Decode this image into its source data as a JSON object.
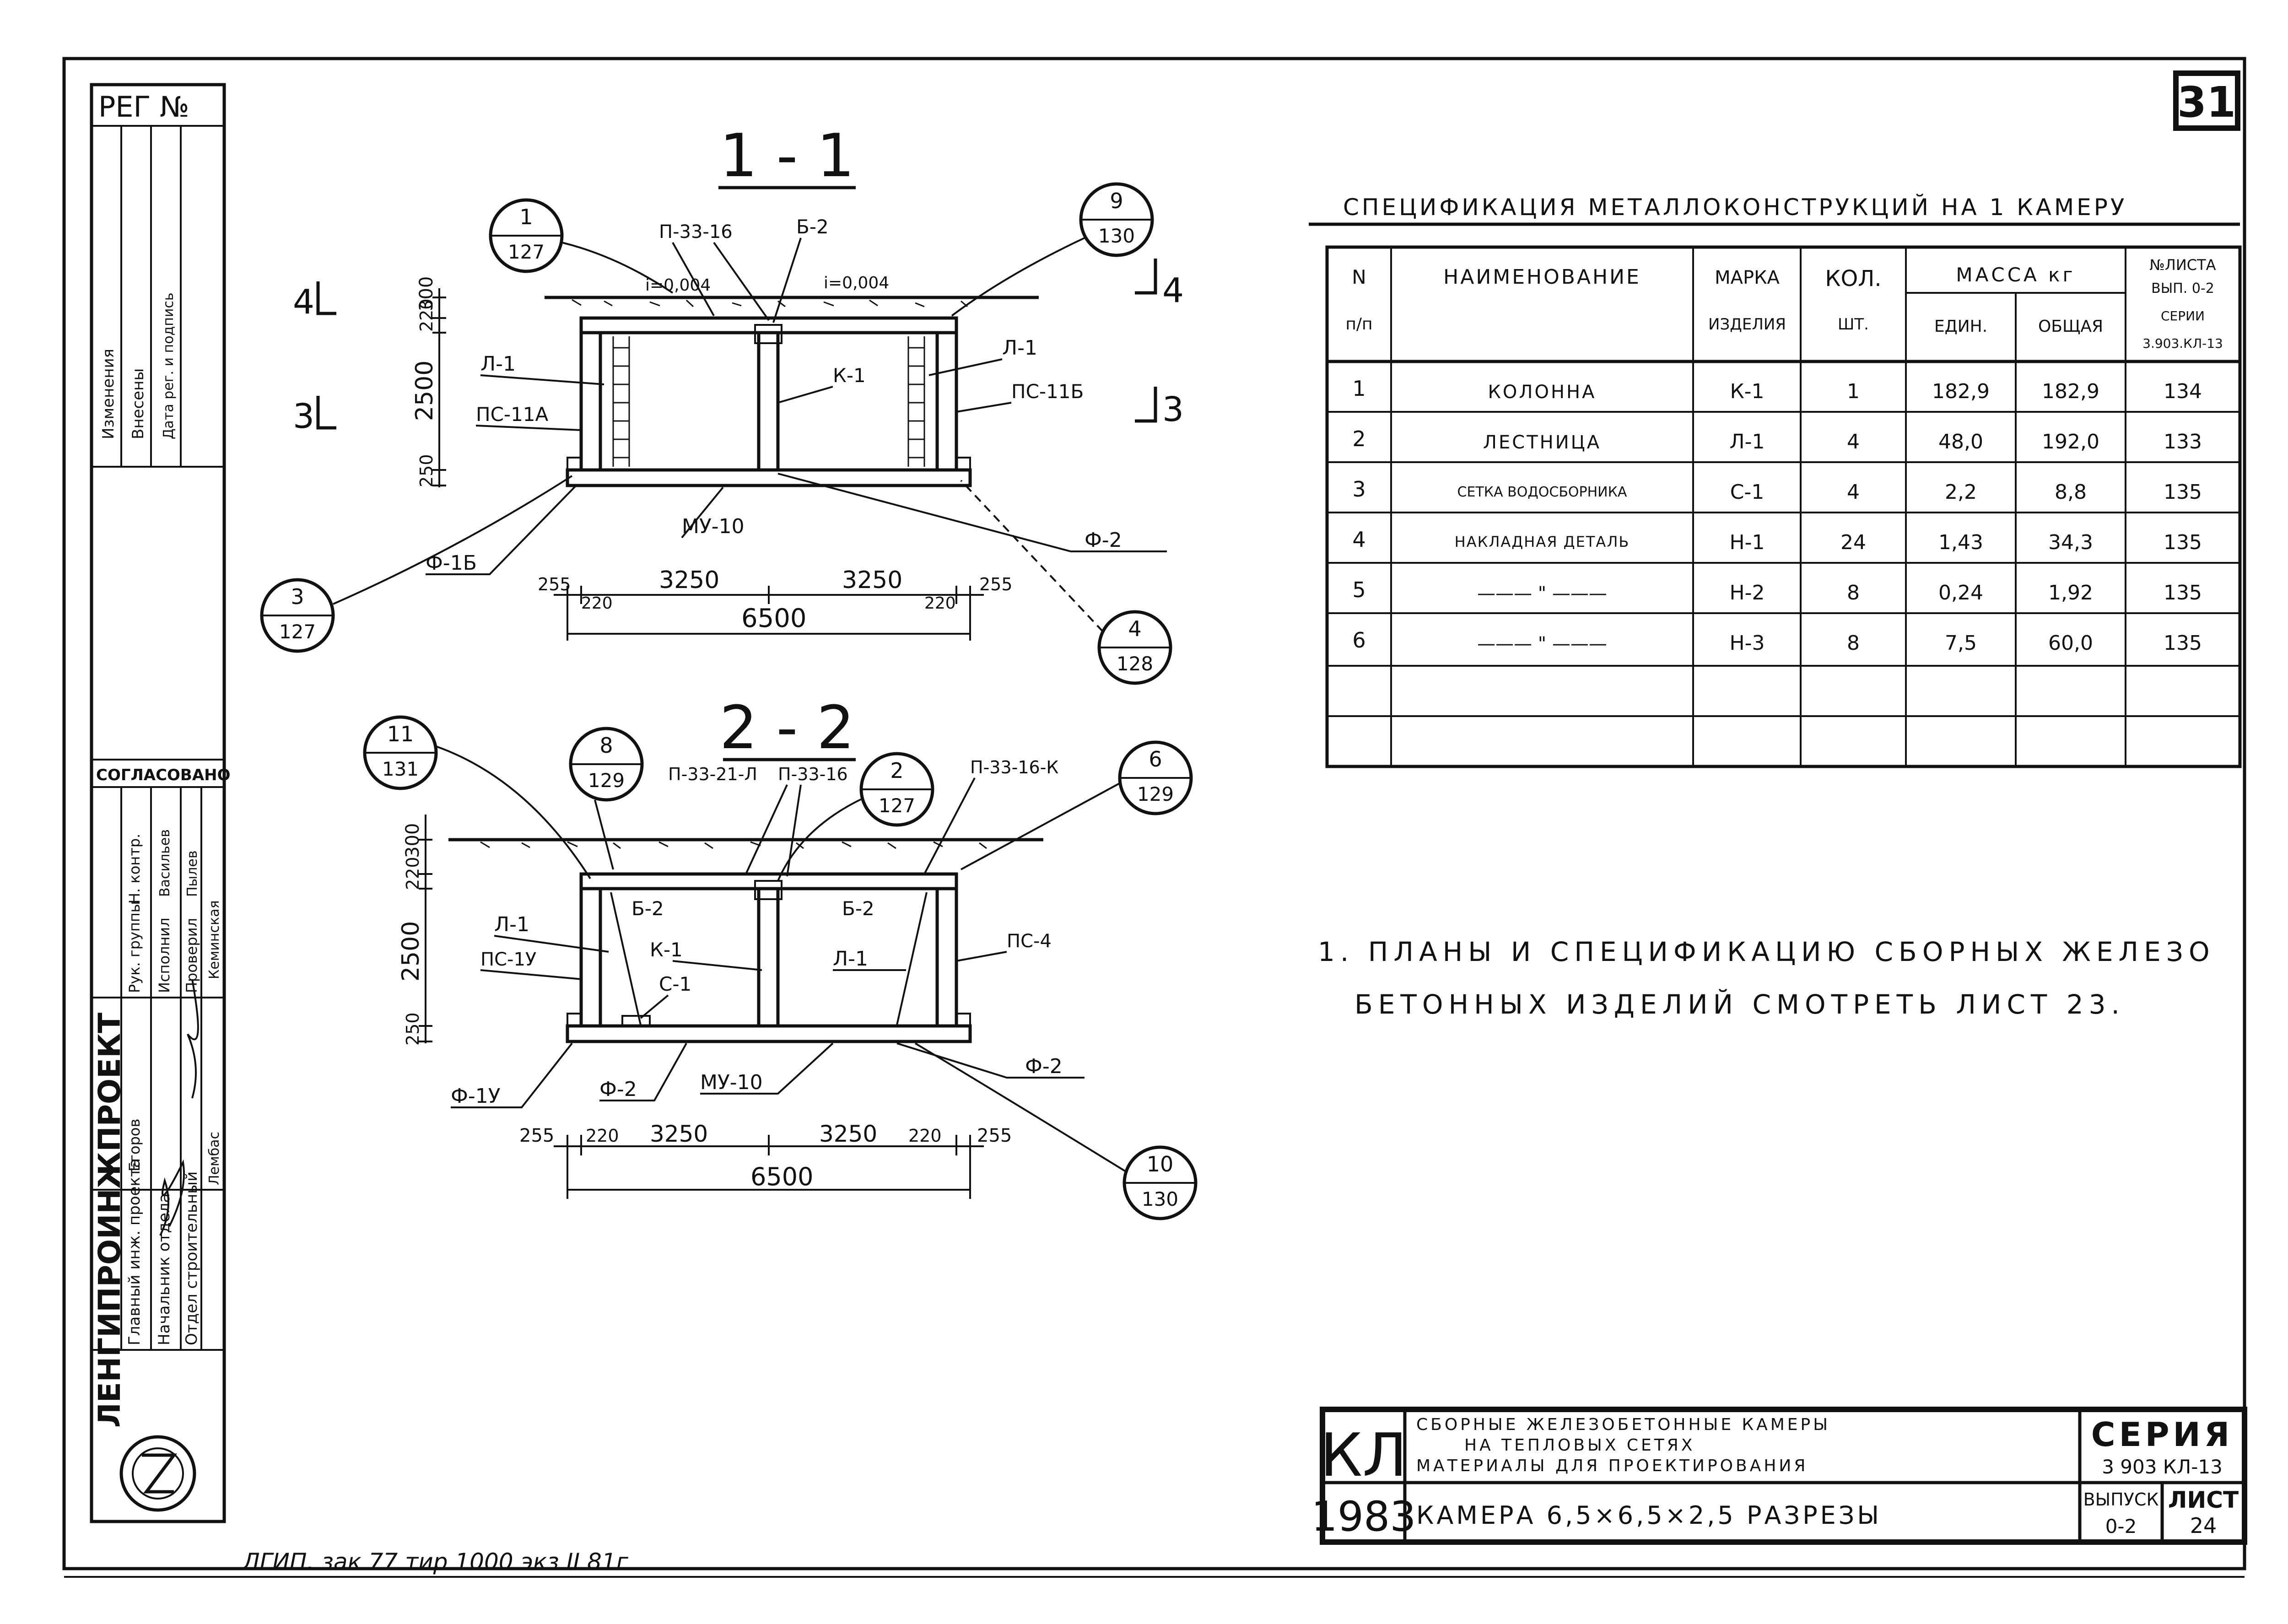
{
  "sheet": {
    "number": "31",
    "reg_label": "РЕГ №",
    "bottom_note": "ЛГИП. зак 77 тир 1000 экз II 81г",
    "approved": "СОГЛАСОВАНО",
    "org_name": "ЛЕНГИПРОИНЖПРОЕКТ",
    "rotated_cells": [
      "Главный инж. проекта",
      "Начальник отдела",
      "Отдел строительный",
      "Рук. группы",
      "Исполнил",
      "Проверил",
      "Н. контр.",
      "Егоров",
      "Васильев",
      "Пылев",
      "Кеминская",
      "Лембас"
    ],
    "rotated_changes": [
      "Изменения",
      "Внесены",
      "Дата рег. и подпись"
    ]
  },
  "section_1": {
    "title": "1 - 1",
    "callout_a": {
      "top": "1",
      "bottom": "127"
    },
    "callout_b": {
      "top": "9",
      "bottom": "130"
    },
    "callout_c": {
      "top": "3",
      "bottom": "127"
    },
    "callout_d": {
      "top": "4",
      "bottom": "128"
    },
    "labels": {
      "p1": "П-33-16",
      "b2": "Б-2",
      "slope1": "i=0,004",
      "slope2": "i=0,004",
      "l1a": "Л-1",
      "l1b": "Л-1",
      "ps11a": "ПС-11А",
      "ps11b": "ПС-11Б",
      "k1": "К-1",
      "mu10": "МУ-10",
      "f2": "Ф-2",
      "f1b": "Ф-1Б",
      "cut4": "4",
      "cut4r": "4",
      "cut3": "3",
      "cut3r": "3"
    },
    "dims": {
      "v300": "300",
      "v220": "220",
      "v2500": "2500",
      "v250": "250",
      "d255a": "255",
      "d220a": "220",
      "d3250a": "3250",
      "d3250b": "3250",
      "d220b": "220",
      "d255b": "255",
      "d6500": "6500"
    }
  },
  "section_2": {
    "title": "2 - 2",
    "callout_11": {
      "top": "11",
      "bottom": "131"
    },
    "callout_8": {
      "top": "8",
      "bottom": "129"
    },
    "callout_2": {
      "top": "2",
      "bottom": "127"
    },
    "callout_6": {
      "top": "6",
      "bottom": "129"
    },
    "callout_10": {
      "top": "10",
      "bottom": "130"
    },
    "labels": {
      "p3321": "П-33-21-Л",
      "p3316": "П-33-16",
      "p3316k": "П-33-16-К",
      "b2a": "Б-2",
      "b2b": "Б-2",
      "l1a": "Л-1",
      "l1b": "Л-1",
      "k1": "К-1",
      "c1": "С-1",
      "ps1u": "ПС-1У",
      "ps4": "ПС-4",
      "f1u": "Ф-1У",
      "f2a": "Ф-2",
      "mu10": "МУ-10",
      "f2b": "Ф-2"
    },
    "dims": {
      "v300": "300",
      "v220": "220",
      "v2500": "2500",
      "v250": "250",
      "d255a": "255",
      "d220a": "220",
      "d3250a": "3250",
      "d3250b": "3250",
      "d220b": "220",
      "d255b": "255",
      "d6500": "6500"
    }
  },
  "spec": {
    "title": "СПЕЦИФИКАЦИЯ МЕТАЛЛОКОНСТРУКЦИЙ НА 1 КАМЕРУ",
    "headers": {
      "n": "N",
      "n_sub": "п/п",
      "name": "НАИМЕНОВАНИЕ",
      "mark": "МАРКА",
      "mark_sub": "ИЗДЕЛИЯ",
      "qty": "КОЛ.",
      "qty_sub": "ШТ.",
      "mass": "МАССА кг",
      "unit": "ЕДИН.",
      "total": "ОБЩАЯ",
      "sheet": "№ЛИСТА",
      "sheet_sub1": "ВЫП. 0-2",
      "sheet_sub2": "СЕРИИ",
      "sheet_sub3": "3.903.КЛ-13"
    },
    "rows": [
      {
        "n": "1",
        "name": "КОЛОННА",
        "mark": "К-1",
        "qty": "1",
        "unit": "182,9",
        "total": "182,9",
        "sheet": "134"
      },
      {
        "n": "2",
        "name": "ЛЕСТНИЦА",
        "mark": "Л-1",
        "qty": "4",
        "unit": "48,0",
        "total": "192,0",
        "sheet": "133"
      },
      {
        "n": "3",
        "name": "СЕТКА ВОДОСБОРНИКА",
        "mark": "С-1",
        "qty": "4",
        "unit": "2,2",
        "total": "8,8",
        "sheet": "135"
      },
      {
        "n": "4",
        "name": "НАКЛАДНАЯ ДЕТАЛЬ",
        "mark": "Н-1",
        "qty": "24",
        "unit": "1,43",
        "total": "34,3",
        "sheet": "135"
      },
      {
        "n": "5",
        "name": "——— \" ———",
        "mark": "Н-2",
        "qty": "8",
        "unit": "0,24",
        "total": "1,92",
        "sheet": "135"
      },
      {
        "n": "6",
        "name": "——— \" ———",
        "mark": "Н-3",
        "qty": "8",
        "unit": "7,5",
        "total": "60,0",
        "sheet": "135"
      }
    ]
  },
  "note": {
    "line1": "1. ПЛАНЫ И СПЕЦИФИКАЦИЮ СБОРНЫХ ЖЕЛЕЗО",
    "line2": "БЕТОННЫХ ИЗДЕЛИЙ СМОТРЕТЬ ЛИСТ 23."
  },
  "title_block": {
    "code": "КЛ",
    "year": "1983",
    "desc1": "СБОРНЫЕ ЖЕЛЕЗОБЕТОННЫЕ КАМЕРЫ",
    "desc2": "НА ТЕПЛОВЫХ СЕТЯХ",
    "desc3": "МАТЕРИАЛЫ ДЛЯ ПРОЕКТИРОВАНИЯ",
    "sheet_title": "КАМЕРА 6,5×6,5×2,5 РАЗРЕЗЫ",
    "series_label": "СЕРИЯ",
    "series_value": "3 903 КЛ-13",
    "issue_label": "ВЫПУСК",
    "issue_value": "0-2",
    "list_label": "ЛИСТ",
    "list_value": "24"
  }
}
